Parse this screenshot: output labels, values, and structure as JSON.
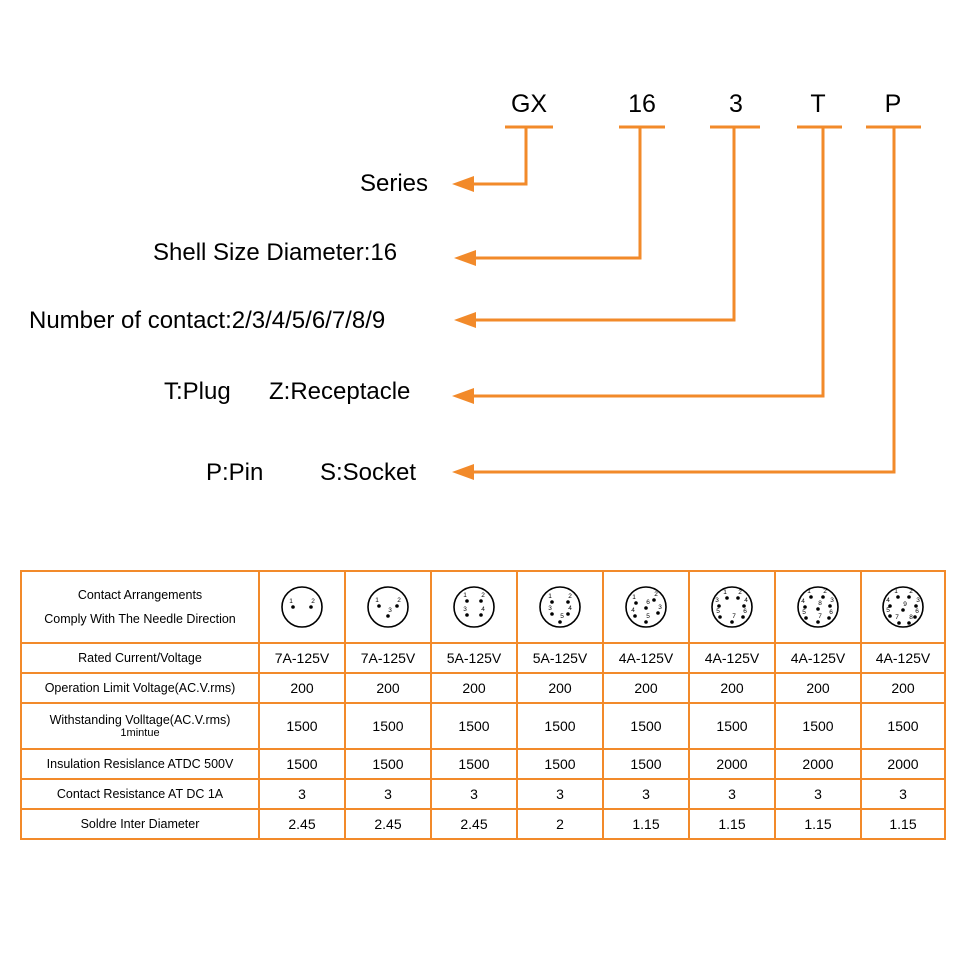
{
  "code_parts": [
    "GX",
    "16",
    "3",
    "T",
    "P"
  ],
  "labels": {
    "series": "Series",
    "shell": "Shell Size Diameter:16",
    "contacts": "Number of contact:2/3/4/5/6/7/8/9",
    "plug": "T:Plug",
    "receptacle": "Z:Receptacle",
    "pin": "P:Pin",
    "socket": "S:Socket"
  },
  "colors": {
    "accent": "#f28a2a"
  },
  "table": {
    "header_line1": "Contact Arrangements",
    "header_line2": "Comply With The Needle Direction",
    "arrangements": [
      {
        "contacts": 2,
        "pins": [
          "1",
          "2"
        ]
      },
      {
        "contacts": 3,
        "pins": [
          "1",
          "2",
          "3"
        ]
      },
      {
        "contacts": 4,
        "pins": [
          "1",
          "2",
          "3",
          "4"
        ]
      },
      {
        "contacts": 5,
        "pins": [
          "1",
          "2",
          "3",
          "4",
          "5"
        ]
      },
      {
        "contacts": 6,
        "pins": [
          "1",
          "2",
          "3",
          "4",
          "5",
          "6"
        ]
      },
      {
        "contacts": 7,
        "pins": [
          "1",
          "2",
          "3",
          "4",
          "5",
          "6",
          "7"
        ]
      },
      {
        "contacts": 8,
        "pins": [
          "1",
          "2",
          "3",
          "4",
          "5",
          "6",
          "7",
          "8"
        ]
      },
      {
        "contacts": 9,
        "pins": [
          "1",
          "2",
          "3",
          "4",
          "5",
          "6",
          "7",
          "8",
          "9"
        ]
      }
    ],
    "rows": [
      {
        "label": "Rated Current/Voltage",
        "values": [
          "7A-125V",
          "7A-125V",
          "5A-125V",
          "5A-125V",
          "4A-125V",
          "4A-125V",
          "4A-125V",
          "4A-125V"
        ]
      },
      {
        "label": "Operation Limit Voltage(AC.V.rms)",
        "values": [
          "200",
          "200",
          "200",
          "200",
          "200",
          "200",
          "200",
          "200"
        ]
      },
      {
        "label": "Withstanding Volltage(AC.V.rms)",
        "label_line2": "1mintue",
        "values": [
          "1500",
          "1500",
          "1500",
          "1500",
          "1500",
          "1500",
          "1500",
          "1500"
        ]
      },
      {
        "label": "Insulation Resislance ATDC 500V",
        "values": [
          "1500",
          "1500",
          "1500",
          "1500",
          "1500",
          "2000",
          "2000",
          "2000"
        ]
      },
      {
        "label": "Contact Resistance AT DC 1A",
        "values": [
          "3",
          "3",
          "3",
          "3",
          "3",
          "3",
          "3",
          "3"
        ]
      },
      {
        "label": "Soldre Inter Diameter",
        "values": [
          "2.45",
          "2.45",
          "2.45",
          "2",
          "1.15",
          "1.15",
          "1.15",
          "1.15"
        ]
      }
    ]
  }
}
